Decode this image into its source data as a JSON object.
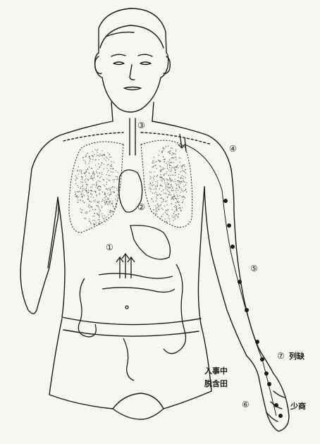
{
  "marker_labels": {
    "m1": "①",
    "m2": "②",
    "m3": "③",
    "m4": "④",
    "m5": "⑤",
    "m6": "⑥",
    "m7": "⑦"
  },
  "text_labels": {
    "lieque": "列缺",
    "shaoshang": "少商",
    "side_text": "入事中\n脱含田"
  },
  "colors": {
    "ink": "#1a1a1a",
    "paper": "#f7f6f2"
  }
}
